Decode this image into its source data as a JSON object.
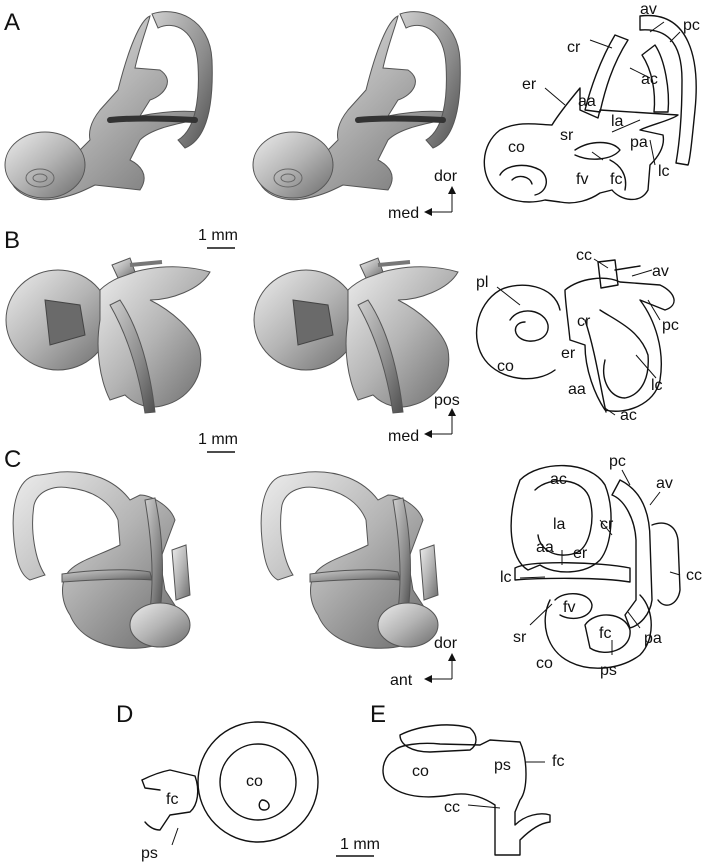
{
  "panels": {
    "A": {
      "label": "A",
      "terms": [
        "av",
        "pc",
        "cr",
        "ac",
        "er",
        "aa",
        "la",
        "sr",
        "pa",
        "co",
        "fv",
        "fc",
        "lc"
      ],
      "axis_v": "dor",
      "axis_h": "med"
    },
    "B": {
      "label": "B",
      "terms": [
        "cc",
        "av",
        "pl",
        "pc",
        "cr",
        "er",
        "co",
        "aa",
        "lc",
        "ac"
      ],
      "axis_v": "pos",
      "axis_h": "med",
      "scale": "1 mm"
    },
    "C": {
      "label": "C",
      "terms": [
        "pc",
        "av",
        "ac",
        "cr",
        "la",
        "aa",
        "er",
        "lc",
        "cc",
        "fv",
        "sr",
        "fc",
        "pa",
        "co",
        "ps"
      ],
      "axis_v": "dor",
      "axis_h": "ant",
      "scale": "1 mm"
    },
    "D": {
      "label": "D",
      "terms": [
        "co",
        "fc",
        "ps"
      ]
    },
    "E": {
      "label": "E",
      "terms": [
        "co",
        "ps",
        "fc",
        "cc"
      ],
      "scale": "1 mm"
    }
  },
  "colors": {
    "model_light": "#e6e6e6",
    "model_mid": "#a8a8a8",
    "model_dark": "#5a5a5a",
    "line": "#111111"
  }
}
